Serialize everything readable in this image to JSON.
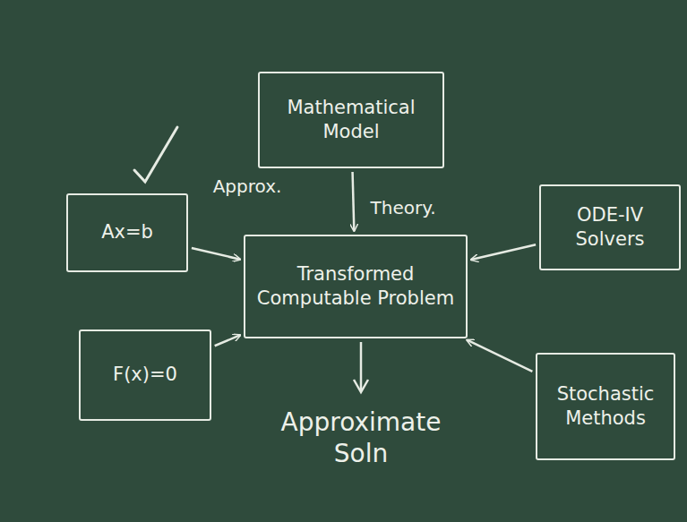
{
  "diagram": {
    "nodes": [
      {
        "text": [
          "Mathematical Model"
        ]
      },
      {
        "text": [
          "Ax=b"
        ]
      },
      {
        "text": [
          "Transformed Computable Problem"
        ]
      },
      {
        "text": [
          "ODE-IV Solvers"
        ]
      },
      {
        "text": [
          "F(x)=0"
        ]
      },
      {
        "text": [
          "Stochastic Methods"
        ]
      }
    ],
    "edges": [
      {
        "from": 0,
        "to": 2,
        "arrow": "to"
      },
      {
        "from": 1,
        "to": 2,
        "arrow": "to"
      },
      {
        "from": 3,
        "to": 2,
        "arrow": "to"
      },
      {
        "from": 4,
        "to": 2,
        "arrow": "to"
      },
      {
        "from": 5,
        "to": 2,
        "arrow": "to"
      }
    ],
    "labels": [
      "Approx.",
      "Theory.",
      "Approximate Soln"
    ]
  }
}
